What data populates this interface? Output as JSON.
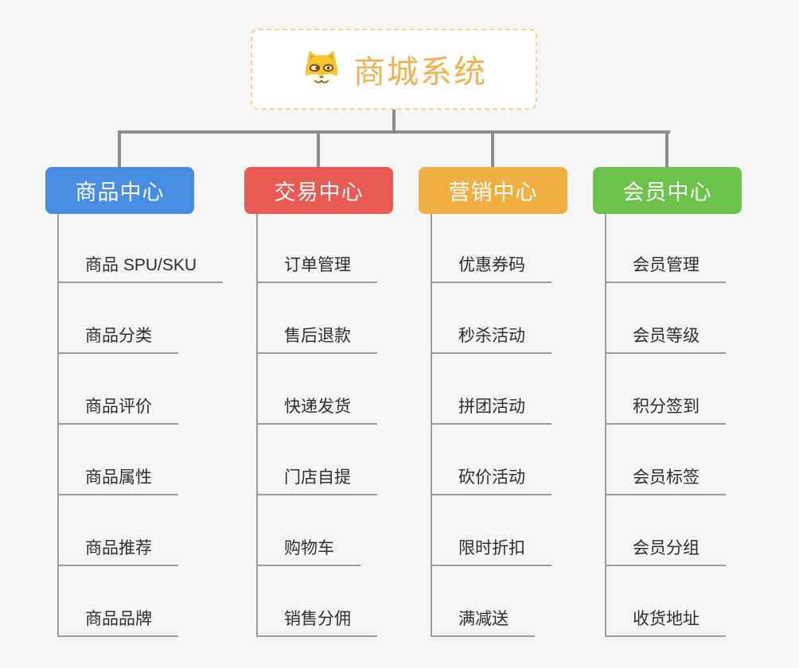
{
  "root": {
    "title": "商城系统",
    "icon": "shiba-dog-icon"
  },
  "branches": [
    {
      "label": "商品中心",
      "color": "#478de4",
      "children": [
        "商品 SPU/SKU",
        "商品分类",
        "商品评价",
        "商品属性",
        "商品推荐",
        "商品品牌"
      ]
    },
    {
      "label": "交易中心",
      "color": "#e85a52",
      "children": [
        "订单管理",
        "售后退款",
        "快递发货",
        "门店自提",
        "购物车",
        "销售分佣"
      ]
    },
    {
      "label": "营销中心",
      "color": "#efaf41",
      "children": [
        "优惠券码",
        "秒杀活动",
        "拼团活动",
        "砍价活动",
        "限时折扣",
        "满减送"
      ]
    },
    {
      "label": "会员中心",
      "color": "#6dc24b",
      "children": [
        "会员管理",
        "会员等级",
        "积分签到",
        "会员标签",
        "会员分组",
        "收货地址"
      ]
    }
  ],
  "colors": {
    "background": "#f5f5f5",
    "root_text": "#f2b14e",
    "root_border": "#f6d392",
    "connector": "#8c8c8c",
    "trunk_and_underline": "#9c9c9c",
    "child_text": "#2e2e2e"
  }
}
